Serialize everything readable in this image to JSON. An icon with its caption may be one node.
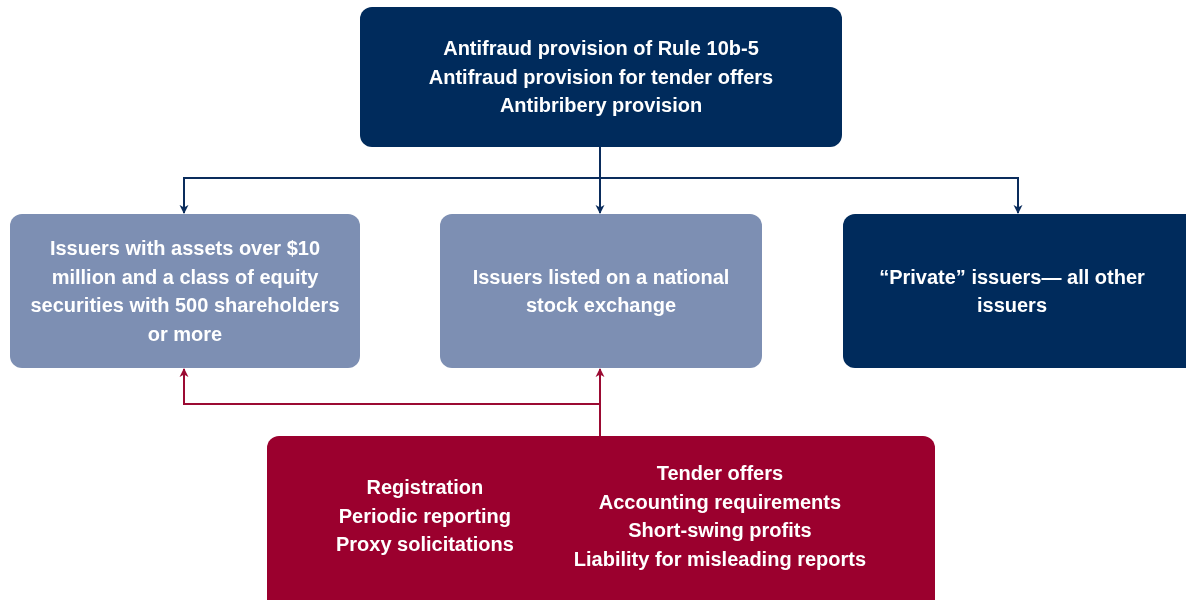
{
  "diagram": {
    "nodes": [
      {
        "text": [
          "Antifraud provision of Rule 10b-5",
          "Antifraud provision for tender offers",
          "Antibribery provision"
        ]
      },
      {
        "text": [
          "Issuers with assets over $10 million and a class of equity securities with 500 shareholders or more"
        ]
      },
      {
        "text": [
          "Issuers listed on a national stock exchange"
        ]
      },
      {
        "text": [
          "“Private” issuers— all other issuers"
        ]
      },
      {
        "text": [
          "Registration",
          "Periodic reporting",
          "Proxy solicitations",
          "Tender offers",
          "Accounting requirements",
          "Short-swing profits",
          "Liability for misleading reports"
        ]
      }
    ],
    "edges": [
      {
        "from": 0,
        "to": 1,
        "arrow": "to",
        "color": "#0a2c5c"
      },
      {
        "from": 0,
        "to": 2,
        "arrow": "to",
        "color": "#0a2c5c"
      },
      {
        "from": 0,
        "to": 3,
        "arrow": "to",
        "color": "#0a2c5c"
      },
      {
        "from": 4,
        "to": 1,
        "arrow": "to",
        "color": "#9b0a32"
      },
      {
        "from": 4,
        "to": 2,
        "arrow": "to",
        "color": "#9b0a32"
      }
    ]
  }
}
